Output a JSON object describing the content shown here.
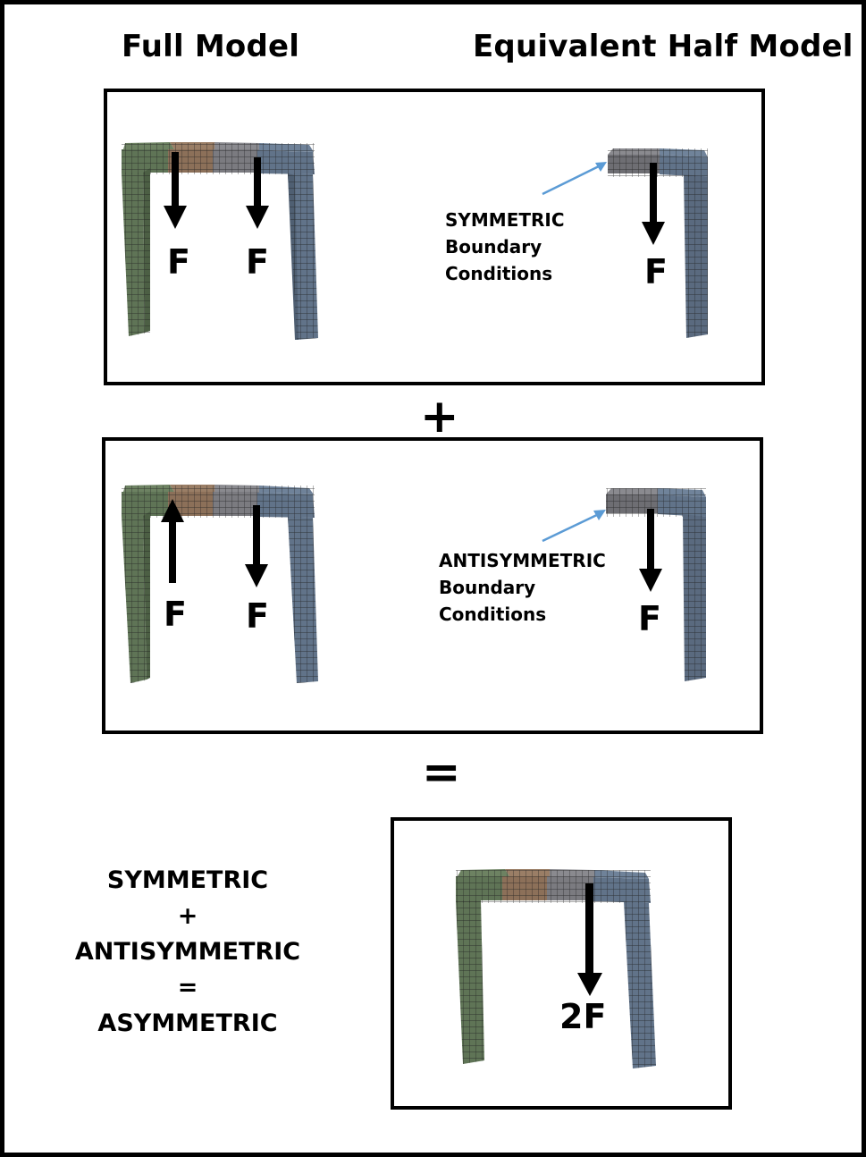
{
  "headings": {
    "left": "Full Model",
    "right": "Equivalent Half Model"
  },
  "operators": {
    "plus": "+",
    "equals": "="
  },
  "panels": [
    {
      "name": "symmetric-case",
      "full_model": {
        "forces": [
          {
            "label": "F",
            "direction": "down"
          },
          {
            "label": "F",
            "direction": "down"
          }
        ]
      },
      "half_model": {
        "bc_label_line1": "SYMMETRIC",
        "bc_label_line2": "Boundary",
        "bc_label_line3": "Conditions",
        "force": {
          "label": "F",
          "direction": "down"
        }
      }
    },
    {
      "name": "antisymmetric-case",
      "full_model": {
        "forces": [
          {
            "label": "F",
            "direction": "up"
          },
          {
            "label": "F",
            "direction": "down"
          }
        ]
      },
      "half_model": {
        "bc_label_line1": "ANTISYMMETRIC",
        "bc_label_line2": "Boundary",
        "bc_label_line3": "Conditions",
        "force": {
          "label": "F",
          "direction": "down"
        }
      }
    },
    {
      "name": "asymmetric-result",
      "full_model": {
        "forces": [
          {
            "label": "2F",
            "direction": "down"
          }
        ]
      }
    }
  ],
  "equation": {
    "line1": "SYMMETRIC",
    "line2": "+",
    "line3": "ANTISYMMETRIC",
    "line4": "=",
    "line5": "ASYMMETRIC"
  },
  "colors": {
    "segment_green": "#5f7456",
    "segment_brown": "#8c7059",
    "segment_gray": "#7b7b80",
    "segment_blue": "#617389",
    "pointer_arrow": "#5b9bd5",
    "mesh_line": "#222222"
  }
}
